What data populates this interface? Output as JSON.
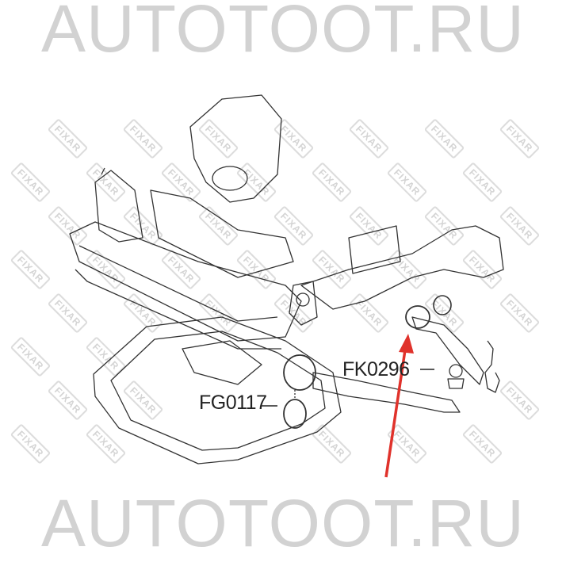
{
  "watermark": {
    "text": "AUTOTOOT.RU",
    "stamp_text": "FIXAR"
  },
  "parts": [
    {
      "part_number": "FK0296"
    },
    {
      "part_number": "FG0117"
    }
  ],
  "arrow": {
    "color": "#e0322b"
  }
}
